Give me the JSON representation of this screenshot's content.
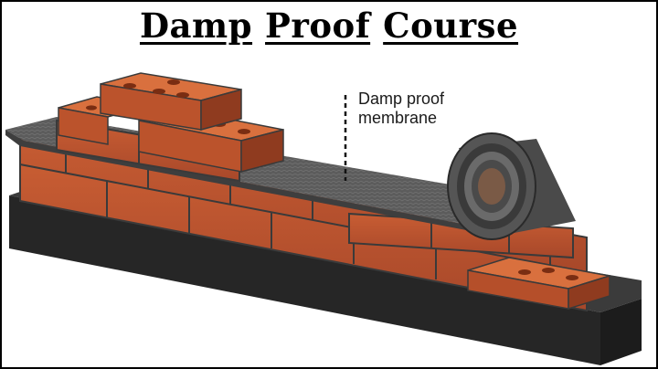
{
  "title": {
    "words": [
      "Damp",
      "Proof",
      "Course"
    ]
  },
  "callout": {
    "line1": "Damp proof",
    "line2": "membrane"
  },
  "colors": {
    "brick": "#c0552e",
    "brick_top": "#d9703e",
    "brick_dark": "#8f3b1f",
    "mortar": "#3a3a3a",
    "membrane": "#5f5f5f",
    "foundation": "#2b2b2b",
    "hole": "#7a2d12"
  }
}
